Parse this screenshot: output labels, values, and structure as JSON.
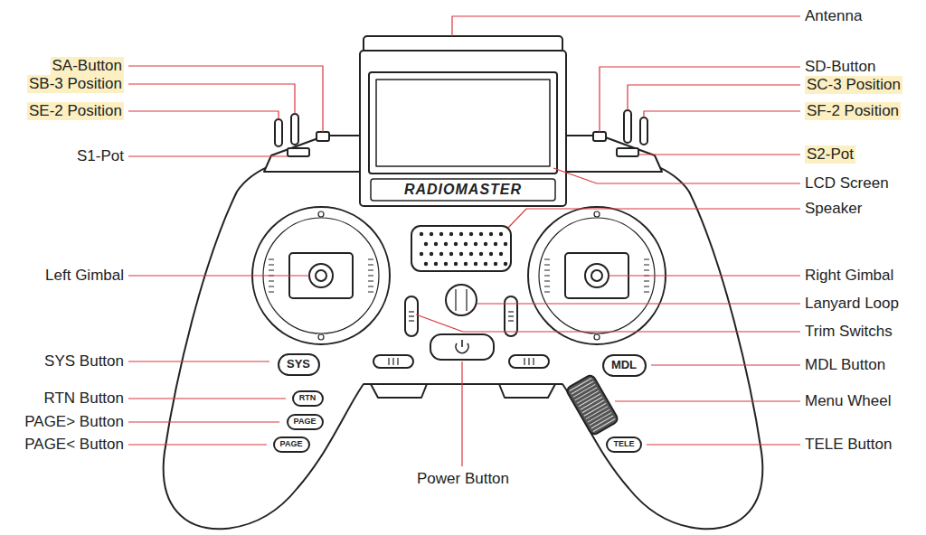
{
  "diagram": {
    "nodes": [
      {
        "text": [
          "SYS"
        ]
      },
      {
        "text": [
          "MDL"
        ]
      },
      {
        "text": [
          "RTN"
        ]
      },
      {
        "text": [
          "PAGE"
        ]
      },
      {
        "text": [
          "PAGE"
        ]
      },
      {
        "text": [
          "TELE"
        ]
      }
    ],
    "labels": [
      "Antenna",
      "SA-Button",
      "SB-3 Position",
      "SE-2 Position",
      "SD-Button",
      "SC-3 Position",
      "SF-2 Position",
      "S1-Pot",
      "S2-Pot",
      "RADIOMASTER",
      "LCD Screen",
      "Speaker",
      "Left Gimbal",
      "Right Gimbal",
      "Lanyard Loop",
      "Trim Switchs",
      "SYS Button",
      "MDL Button",
      "RTN Button",
      "Menu Wheel",
      "PAGE> Button",
      "TELE Button",
      "PAGE< Button",
      "Power Button"
    ]
  }
}
